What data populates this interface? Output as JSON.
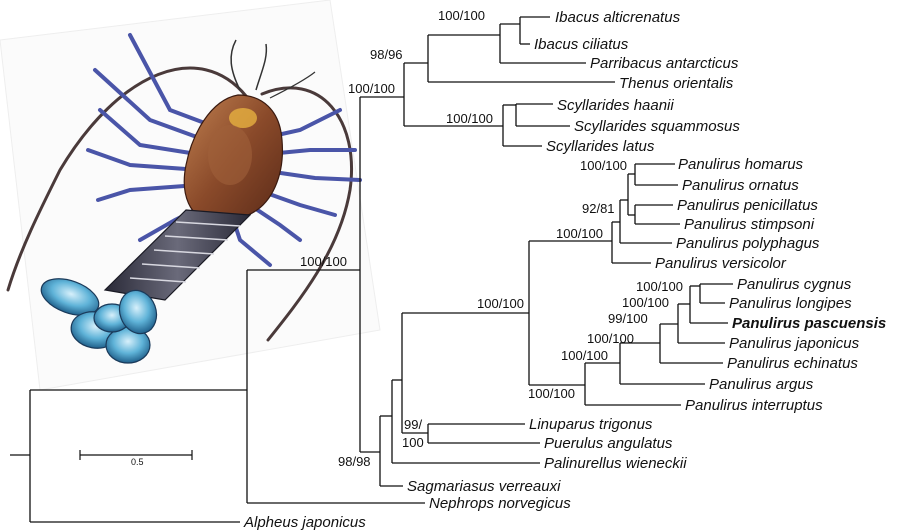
{
  "tree": {
    "taxa": [
      {
        "id": "t1",
        "label": "Ibacus alticrenatus"
      },
      {
        "id": "t2",
        "label": "Ibacus ciliatus"
      },
      {
        "id": "t3",
        "label": "Parribacus antarcticus"
      },
      {
        "id": "t4",
        "label": "Thenus orientalis"
      },
      {
        "id": "t5",
        "label": "Scyllarides haanii"
      },
      {
        "id": "t6",
        "label": "Scyllarides squammosus"
      },
      {
        "id": "t7",
        "label": "Scyllarides latus"
      },
      {
        "id": "t8",
        "label": "Panulirus homarus"
      },
      {
        "id": "t9",
        "label": "Panulirus ornatus"
      },
      {
        "id": "t10",
        "label": "Panulirus penicillatus"
      },
      {
        "id": "t11",
        "label": "Panulirus stimpsoni"
      },
      {
        "id": "t12",
        "label": "Panulirus polyphagus"
      },
      {
        "id": "t13",
        "label": "Panulirus versicolor"
      },
      {
        "id": "t14",
        "label": "Panulirus cygnus"
      },
      {
        "id": "t15",
        "label": "Panulirus longipes"
      },
      {
        "id": "t16",
        "label": "Panulirus pascuensis",
        "highlight": true
      },
      {
        "id": "t17",
        "label": "Panulirus japonicus"
      },
      {
        "id": "t18",
        "label": "Panulirus echinatus"
      },
      {
        "id": "t19",
        "label": "Panulirus argus"
      },
      {
        "id": "t20",
        "label": "Panulirus interruptus"
      },
      {
        "id": "t21",
        "label": "Linuparus trigonus"
      },
      {
        "id": "t22",
        "label": "Puerulus angulatus"
      },
      {
        "id": "t23",
        "label": "Palinurellus wieneckii"
      },
      {
        "id": "t24",
        "label": "Sagmariasus verreauxi"
      },
      {
        "id": "t25",
        "label": "Nephrops norvegicus"
      },
      {
        "id": "t26",
        "label": "Alpheus japonicus"
      }
    ],
    "support": [
      {
        "id": "s1",
        "label": "100/100"
      },
      {
        "id": "s2",
        "label": "98/96"
      },
      {
        "id": "s3",
        "label": "100/100"
      },
      {
        "id": "s4",
        "label": "100/100"
      },
      {
        "id": "s5",
        "label": "100/100"
      },
      {
        "id": "s6",
        "label": "92/81"
      },
      {
        "id": "s7",
        "label": "100/100"
      },
      {
        "id": "s8",
        "label": "100/100"
      },
      {
        "id": "s9",
        "label": "100/100"
      },
      {
        "id": "s10",
        "label": "100/100"
      },
      {
        "id": "s11",
        "label": "100/100"
      },
      {
        "id": "s12",
        "label": "99/100"
      },
      {
        "id": "s13",
        "label": "100/100"
      },
      {
        "id": "s14",
        "label": "100/100"
      },
      {
        "id": "s15",
        "label": "100/100"
      },
      {
        "id": "s16a",
        "label": "99/"
      },
      {
        "id": "s16b",
        "label": "100"
      },
      {
        "id": "s17",
        "label": "98/98"
      }
    ]
  },
  "scale_bar": {
    "label": "0.5"
  },
  "illustration": {
    "subject": "spiny lobster"
  },
  "colors": {
    "tail_blue": "#5fb3d8",
    "leg_blue": "#4a55a8",
    "carapace": "#8a4a2a"
  }
}
